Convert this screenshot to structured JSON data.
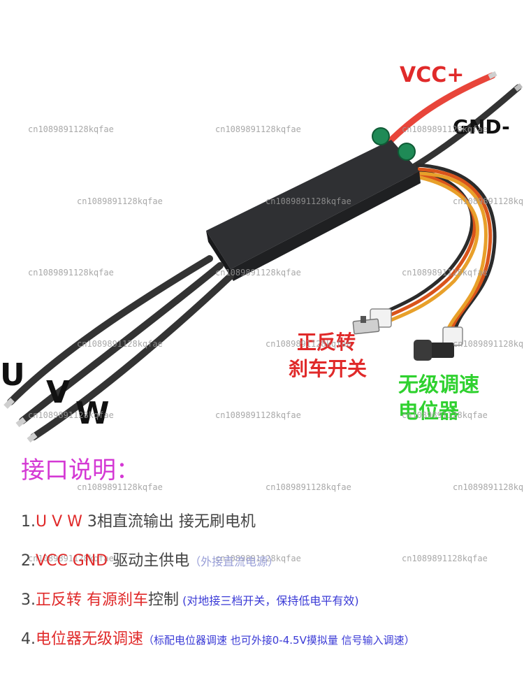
{
  "labels": {
    "vcc": "VCC+",
    "gnd": "GND-",
    "u": "U",
    "v": "V",
    "w": "W",
    "switch_line1": "正反转",
    "switch_line2": "刹车开关",
    "pot_line1": "无级调速",
    "pot_line2": "电位器"
  },
  "watermark": "cn1089891128kqfae",
  "heading": "接口说明：",
  "lines": [
    {
      "num": "1.",
      "red": "U V W",
      "rest": " 3相直流输出 接无刷电机",
      "note": ""
    },
    {
      "num": "2.",
      "red": "VCC GND",
      "rest": " 驱动主供电",
      "note": "（外接直流电源）"
    },
    {
      "num": "3.",
      "red": "正反转  有源刹车",
      "rest": "控制",
      "note": " (对地接三档开关，保持低电平有效)"
    },
    {
      "num": "4.",
      "red": "电位器无级调速",
      "rest": "",
      "note": "（标配电位器调速 也可外接0-4.5V摸拟量 信号输入调速）"
    }
  ],
  "colors": {
    "red_text": "#e02a2a",
    "green_text": "#2fd12f",
    "heading": "#d438d4",
    "note_blue": "#3a3ad6",
    "body_gray": "#444444",
    "wire_red": "#e8453a",
    "module_body": "#2f3033"
  }
}
